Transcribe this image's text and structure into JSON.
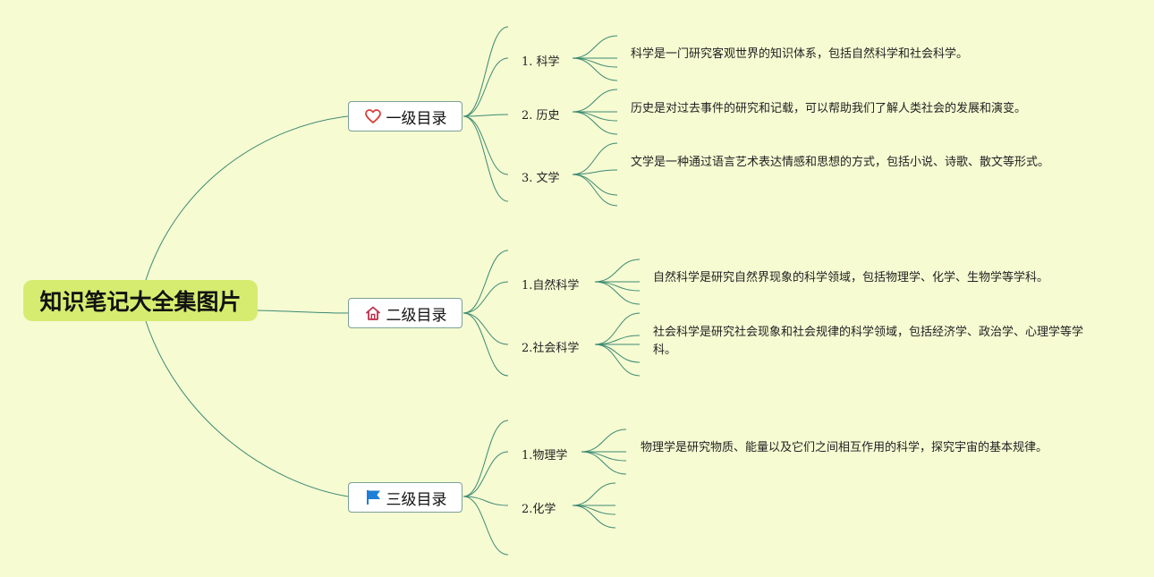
{
  "root": {
    "title": "知识笔记大全集图片"
  },
  "colors": {
    "background": "#f6fbd2",
    "line": "#3d8a73",
    "root_fill": "#d6ec70",
    "topic_border": "#7aa197",
    "heart": "#d9413a",
    "house": "#c0304b",
    "flag": "#1f7fd6"
  },
  "topics": [
    {
      "label": "一级目录",
      "icon": "heart-icon",
      "items": [
        {
          "label": "1. 科学",
          "note": "科学是一门研究客观世界的知识体系，包括自然科学和社会科学。"
        },
        {
          "label": "2. 历史",
          "note": "历史是对过去事件的研究和记载，可以帮助我们了解人类社会的发展和演变。"
        },
        {
          "label": "3. 文学",
          "note": "文学是一种通过语言艺术表达情感和思想的方式，包括小说、诗歌、散文等形式。"
        }
      ]
    },
    {
      "label": "二级目录",
      "icon": "house-icon",
      "items": [
        {
          "label": "1.自然科学",
          "note": "自然科学是研究自然界现象的科学领域，包括物理学、化学、生物学等学科。"
        },
        {
          "label": "2.社会科学",
          "note": "社会科学是研究社会现象和社会规律的科学领域，包括经济学、政治学、心理学等学科。"
        }
      ]
    },
    {
      "label": "三级目录",
      "icon": "flag-icon",
      "items": [
        {
          "label": "1.物理学",
          "note": "物理学是研究物质、能量以及它们之间相互作用的科学，探究宇宙的基本规律。"
        },
        {
          "label": "2.化学",
          "note": ""
        }
      ]
    }
  ]
}
